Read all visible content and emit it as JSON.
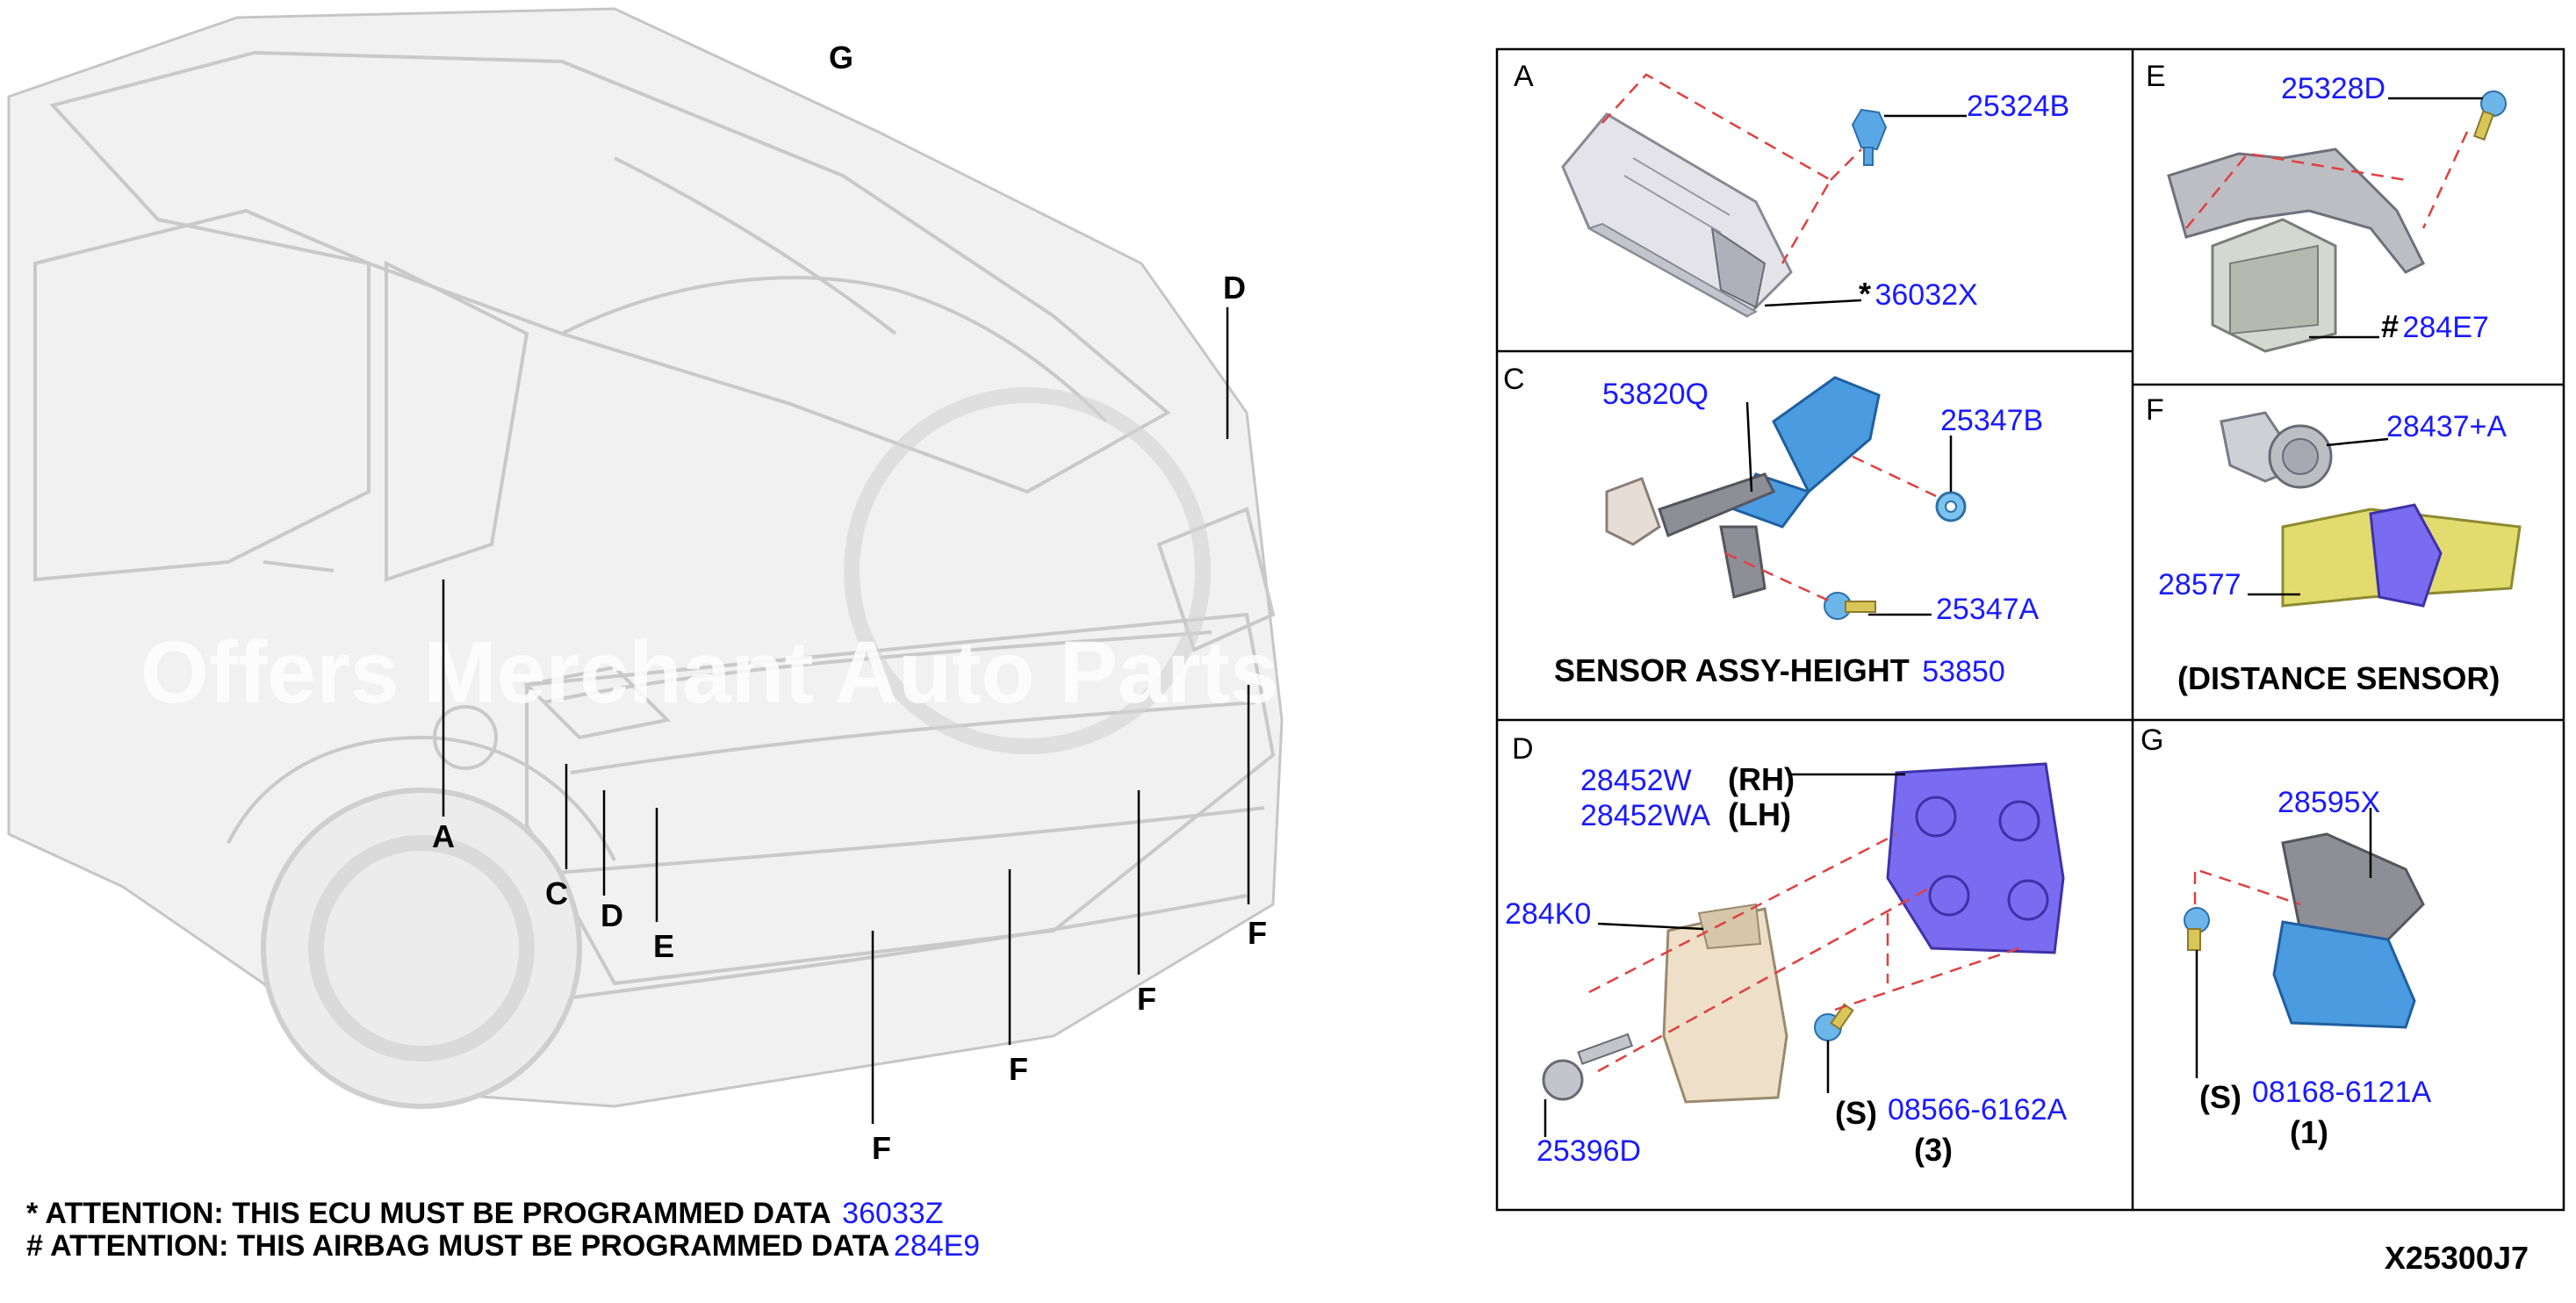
{
  "watermark": "Offers Merchant Auto Parts",
  "vehicle_labels": {
    "a": "A",
    "c": "C",
    "d_bottom": "D",
    "d_top": "D",
    "e": "E",
    "g": "G",
    "f1": "F",
    "f2": "F",
    "f3": "F",
    "f4": "F"
  },
  "panels": {
    "a": {
      "label": "A",
      "part_clip": "25324B",
      "part_ecu_prefix": "*",
      "part_ecu": "36032X"
    },
    "e": {
      "label": "E",
      "part_bolt": "25328D",
      "part_unit_prefix": "#",
      "part_unit": "284E7"
    },
    "c": {
      "label": "C",
      "part_sensor": "53820Q",
      "part_nut": "25347B",
      "part_bolt": "25347A",
      "caption": "SENSOR ASSY-HEIGHT",
      "caption_part": "53850"
    },
    "f": {
      "label": "F",
      "part_sensor": "28437+A",
      "part_bracket": "28577",
      "caption": "(DISTANCE SENSOR)"
    },
    "d": {
      "label": "D",
      "part_rh": "28452W",
      "part_lh": "28452WA",
      "tag_rh": "(RH)",
      "tag_lh": "(LH)",
      "part_unit": "284K0",
      "part_screw": "25396D",
      "tag_s": "(S)",
      "part_bolt": "08566-6162A",
      "qty": "(3)"
    },
    "g": {
      "label": "G",
      "part_unit": "28595X",
      "tag_s": "(S)",
      "part_bolt": "08168-6121A",
      "qty": "(1)"
    }
  },
  "attention": [
    {
      "text": "* ATTENTION: THIS ECU MUST BE PROGRAMMED DATA",
      "part": "36033Z"
    },
    {
      "text": "# ATTENTION: THIS AIRBAG MUST BE PROGRAMMED DATA",
      "part": "284E9"
    }
  ],
  "diagram_id": "X25300J7",
  "colors": {
    "part_number": "#1a1aff",
    "leader": "#000000",
    "dash_line": "#e04040",
    "part_blue": "#4a9be0",
    "part_purple": "#7a6cf0",
    "part_yellow": "#e6e070"
  }
}
